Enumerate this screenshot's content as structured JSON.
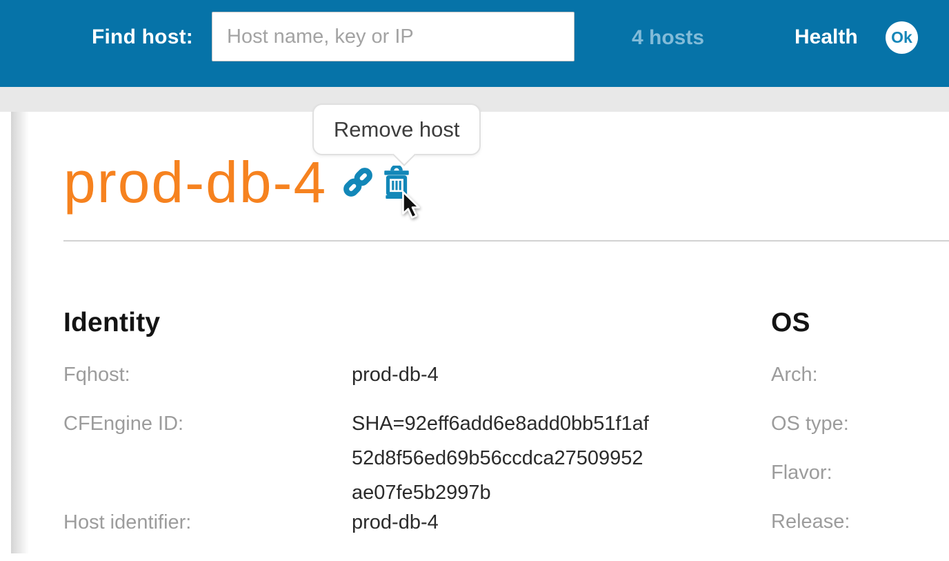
{
  "header": {
    "find_host_label": "Find host:",
    "search": {
      "placeholder": "Host name, key or IP",
      "value": ""
    },
    "hosts_count_link": "4 hosts",
    "health_label": "Health",
    "health_status": "Ok"
  },
  "host": {
    "title": "prod-db-4"
  },
  "tooltip": {
    "text": "Remove host"
  },
  "icons": {
    "copy_link": "chain-link-icon",
    "remove_host": "trash-icon",
    "health_badge": "ok-circle-badge",
    "pointer": "mouse-cursor-arrow"
  },
  "sections": {
    "identity": {
      "heading": "Identity",
      "rows": [
        {
          "label": "Fqhost:",
          "value": "prod-db-4"
        },
        {
          "label": "CFEngine ID:",
          "value_lines": [
            "SHA=92eff6add6e8add0bb51f1af",
            "52d8f56ed69b56ccdca27509952",
            "ae07fe5b2997b"
          ]
        },
        {
          "label": "Host identifier:",
          "value": "prod-db-4"
        }
      ]
    },
    "os": {
      "heading": "OS",
      "rows": [
        {
          "label": "Arch:",
          "value": ""
        },
        {
          "label": "OS type:",
          "value": ""
        },
        {
          "label": "Flavor:",
          "value": ""
        },
        {
          "label": "Release:",
          "value": ""
        }
      ]
    }
  },
  "colors": {
    "header_bg": "#0673a8",
    "accent_orange": "#f6821f",
    "icon_blue": "#1287b8",
    "hosts_link_blue": "#82bbd8",
    "health_ok_text": "#1586b8",
    "subbar_gray": "#e8e8e8"
  }
}
